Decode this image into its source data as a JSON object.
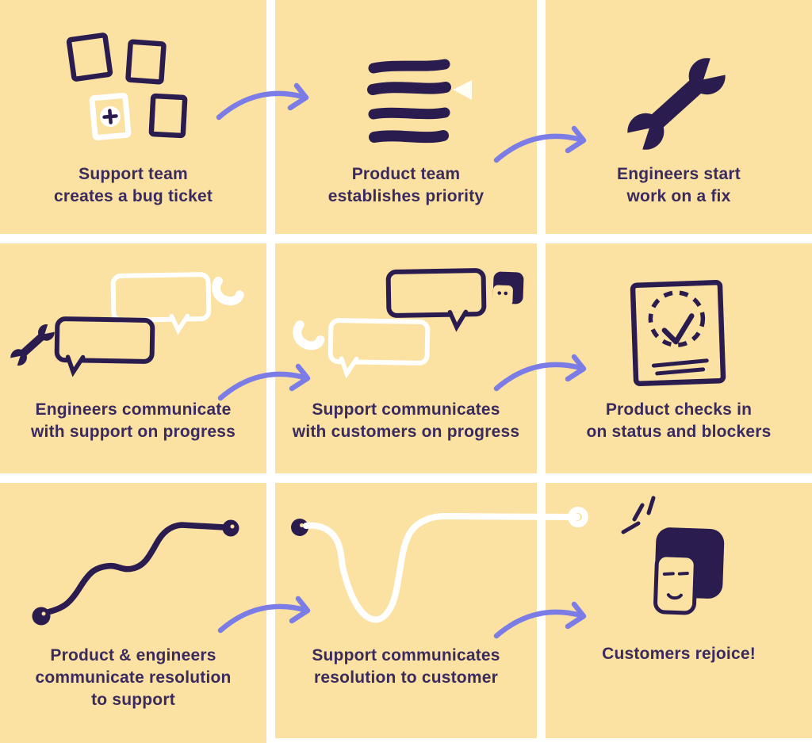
{
  "title": "Bug workflow illustration",
  "palette": {
    "background": "#FBE2A3",
    "ink": "#2B1C4F",
    "text": "#3A2A5E",
    "arrow": "#7B7CE6",
    "white": "#FFFFFF",
    "gutter": "#FFFFFF"
  },
  "cells": [
    {
      "id": "step-1",
      "icon": "sticky-notes-icon",
      "caption": "Support team\ncreates a bug ticket"
    },
    {
      "id": "step-2",
      "icon": "priority-list-icon",
      "caption": "Product team\nestablishes priority"
    },
    {
      "id": "step-3",
      "icon": "wrench-icon",
      "caption": "Engineers start\nwork on a fix"
    },
    {
      "id": "step-4",
      "icon": "chat-bubbles-wrench-phone-icon",
      "caption": "Engineers communicate\nwith support on progress"
    },
    {
      "id": "step-5",
      "icon": "chat-bubbles-phone-face-icon",
      "caption": "Support communicates\nwith customers on progress"
    },
    {
      "id": "step-6",
      "icon": "status-checklist-card-icon",
      "caption": "Product checks in\non status and blockers"
    },
    {
      "id": "step-7",
      "icon": "winding-path-dark-icon",
      "caption": "Product & engineers\ncommunicate resolution\nto support"
    },
    {
      "id": "step-8",
      "icon": "winding-path-white-icon",
      "caption": "Support communicates\nresolution to customer"
    },
    {
      "id": "step-9",
      "icon": "happy-customer-face-icon",
      "caption": "Customers rejoice!"
    }
  ],
  "arrows": [
    {
      "from": "step-1",
      "to": "step-2"
    },
    {
      "from": "step-2",
      "to": "step-3"
    },
    {
      "from": "step-4",
      "to": "step-5"
    },
    {
      "from": "step-5",
      "to": "step-6"
    },
    {
      "from": "step-7",
      "to": "step-8"
    },
    {
      "from": "step-8",
      "to": "step-9"
    }
  ]
}
